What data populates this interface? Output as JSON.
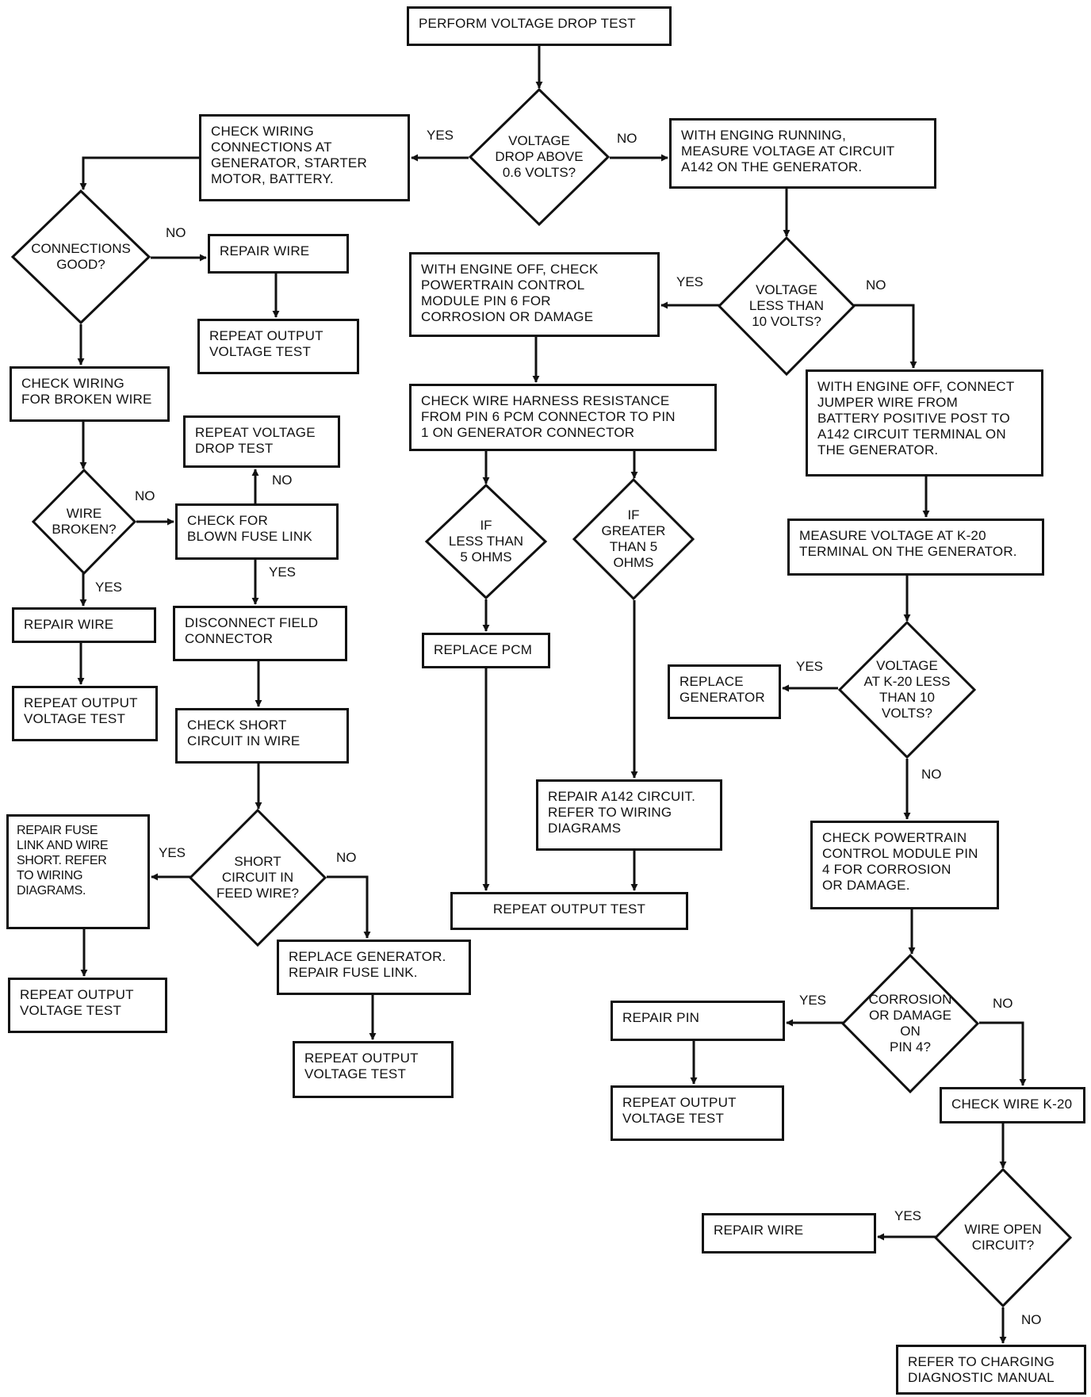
{
  "flowchart": {
    "start": "PERFORM VOLTAGE DROP TEST",
    "d_voltage_drop": "VOLTAGE\nDROP ABOVE\n0.6 VOLTS?",
    "check_wiring_connections": "CHECK WIRING\nCONNECTIONS AT\nGENERATOR, STARTER\nMOTOR, BATTERY.",
    "engine_running_measure": "WITH ENGING RUNNING,\nMEASURE VOLTAGE AT CIRCUIT\nA142 ON THE GENERATOR.",
    "d_connections_good": "CONNECTIONS\nGOOD?",
    "repair_wire_1": "REPAIR WIRE",
    "repeat_output_1": "REPEAT OUTPUT\nVOLTAGE TEST",
    "check_broken_wire": "CHECK WIRING\nFOR BROKEN WIRE",
    "repeat_voltage_drop": "REPEAT VOLTAGE\nDROP TEST",
    "d_wire_broken": "WIRE\nBROKEN?",
    "check_blown_fuse": "CHECK FOR\nBLOWN FUSE LINK",
    "repair_wire_2": "REPAIR WIRE",
    "disconnect_field": "DISCONNECT FIELD\nCONNECTOR",
    "repeat_output_2": "REPEAT OUTPUT\nVOLTAGE TEST",
    "check_short_circuit": "CHECK SHORT\nCIRCUIT IN WIRE",
    "repair_fuse_link_wire": "REPAIR FUSE\nLINK AND WIRE\nSHORT. REFER\nTO WIRING\nDIAGRAMS.",
    "d_short_circuit": "SHORT\nCIRCUIT IN\nFEED WIRE?",
    "repeat_output_3": "REPEAT OUTPUT\nVOLTAGE TEST",
    "replace_gen_repair_fuse": "REPLACE GENERATOR.\nREPAIR FUSE LINK.",
    "repeat_output_4": "REPEAT OUTPUT\nVOLTAGE TEST",
    "engine_off_check_pcm": "WITH ENGINE OFF, CHECK\nPOWERTRAIN CONTROL\nMODULE PIN 6 FOR\nCORROSION OR DAMAGE",
    "d_less_10_volts": "VOLTAGE\nLESS THAN\n10 VOLTS?",
    "check_harness_resistance": "CHECK WIRE HARNESS RESISTANCE\nFROM PIN 6 PCM CONNECTOR TO PIN\n1 ON GENERATOR CONNECTOR",
    "engine_off_jumper": "WITH ENGINE OFF, CONNECT\nJUMPER WIRE FROM\nBATTERY POSITIVE POST TO\nA142 CIRCUIT TERMINAL ON\nTHE GENERATOR.",
    "d_less_5_ohms": "IF\nLESS THAN\n5 OHMS",
    "d_greater_5_ohms": "IF\nGREATER\nTHAN 5\nOHMS",
    "measure_k20": "MEASURE VOLTAGE AT K-20\nTERMINAL ON THE GENERATOR.",
    "replace_pcm": "REPLACE PCM",
    "replace_generator": "REPLACE\nGENERATOR",
    "d_k20_less_10": "VOLTAGE\nAT K-20 LESS\nTHAN 10\nVOLTS?",
    "repair_a142": "REPAIR A142 CIRCUIT.\nREFER TO   WIRING\nDIAGRAMS",
    "check_pcm_pin4": "CHECK POWERTRAIN\nCONTROL MODULE PIN\n4   FOR CORROSION\nOR DAMAGE.",
    "repeat_output_test": "REPEAT OUTPUT TEST",
    "repair_pin": "REPAIR PIN",
    "d_corrosion_pin4": "CORROSION\nOR DAMAGE\nON\nPIN 4?",
    "repeat_output_5": "REPEAT OUTPUT\nVOLTAGE TEST",
    "check_wire_k20": "CHECK WIRE K-20",
    "repair_wire_3": "REPAIR WIRE",
    "d_wire_open": "WIRE OPEN\nCIRCUIT?",
    "refer_charging_manual": "REFER TO CHARGING\nDIAGNOSTIC MANUAL"
  },
  "labels": {
    "yes": "YES",
    "no": "NO"
  }
}
